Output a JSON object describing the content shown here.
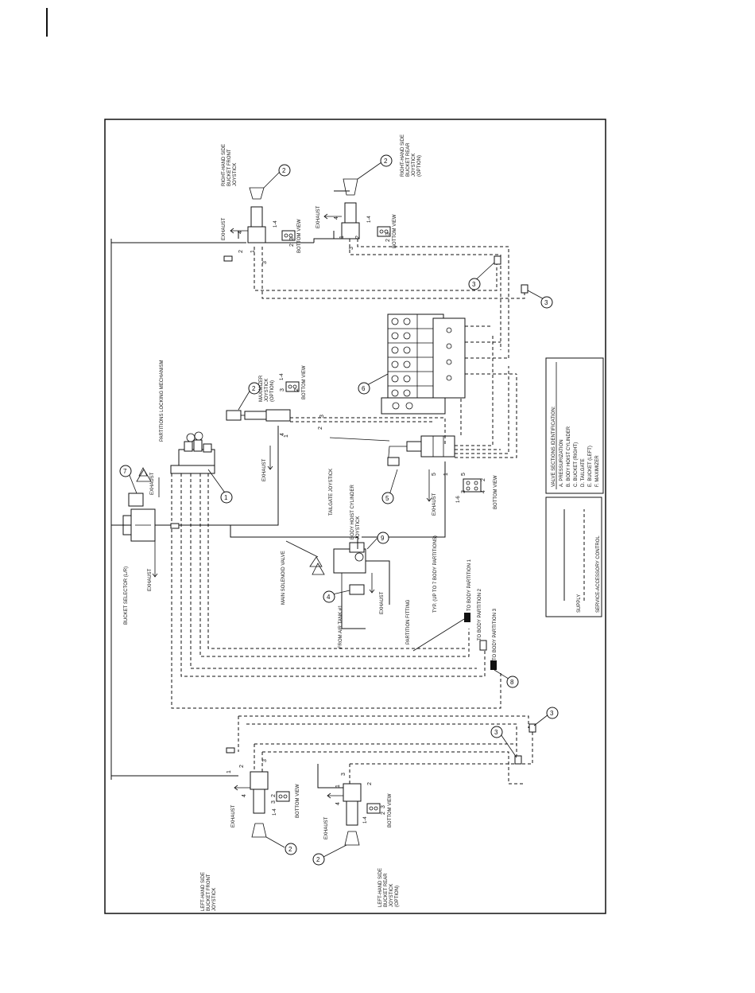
{
  "labels": {
    "rh_front": [
      "RIGHT-HAND SIDE",
      "BUCKET FRONT",
      "JOYSTICK"
    ],
    "rh_rear": [
      "RIGHT-HAND SIDE",
      "BUCKET REAR",
      "JOYSTICK",
      "(OPTION)"
    ],
    "lh_front": [
      "LEFT-HAND SIDE",
      "BUCKET FRONT",
      "JOYSTICK"
    ],
    "lh_rear": [
      "LEFT-HAND SIDE",
      "BUCKET REAR",
      "JOYSTICK",
      "(OPTION)"
    ],
    "maximizer": [
      "MAXIMIZER",
      "JOYSTICK",
      "(OPTION)"
    ],
    "partitions_locking": "PARTITIONS LOCKING MECHANISM",
    "bucket_selector": "BUCKET SELECTOR (L/R)",
    "main_solenoid": "MAIN SOLENOID VALVE",
    "from_air_tank": "FROM AIR TANK #1",
    "partition_fitting": "PARTITION FITTING",
    "typ_partitions": "TYP. (UP TO 7 BODY PARTITIONS)",
    "to_partition_1": "TO BODY PARTITION 1",
    "to_partition_2": "TO BODY PARTITION 2",
    "to_partition_3": "TO BODY PARTITION 3",
    "tailgate_joystick": "TAILGATE JOYSTICK",
    "body_hoist": [
      "BODY HOIST CYLINDER",
      "JOYSTICK"
    ],
    "exhaust": "EXHAUST",
    "bottom_view": "BOTTOM VIEW",
    "range_1_4": "1-4",
    "range_1_6": "1-6"
  },
  "ports": {
    "one": "1",
    "two": "2",
    "three": "3",
    "four": "4",
    "five": "5",
    "six": "6"
  },
  "callouts": {
    "c1": "1",
    "c2": "2",
    "c3": "3",
    "c4": "4",
    "c5": "5",
    "c6": "6",
    "c7": "7",
    "c8": "8",
    "c9": "9"
  },
  "valve_sections": {
    "title": "VALVE SECTIONS IDENTIFICATION:",
    "items": [
      "A. PRESSURIZATION",
      "B. BODY HOIST CYLINDER",
      "C. BUCKET (RIGHT)",
      "D. TAILGATE",
      "E. BUCKET (LEFT)",
      "F. MAXIMIZER"
    ]
  },
  "legend": {
    "supply": "SUPPLY",
    "service": "SERVICE-ACCESSORY CONTROL"
  }
}
